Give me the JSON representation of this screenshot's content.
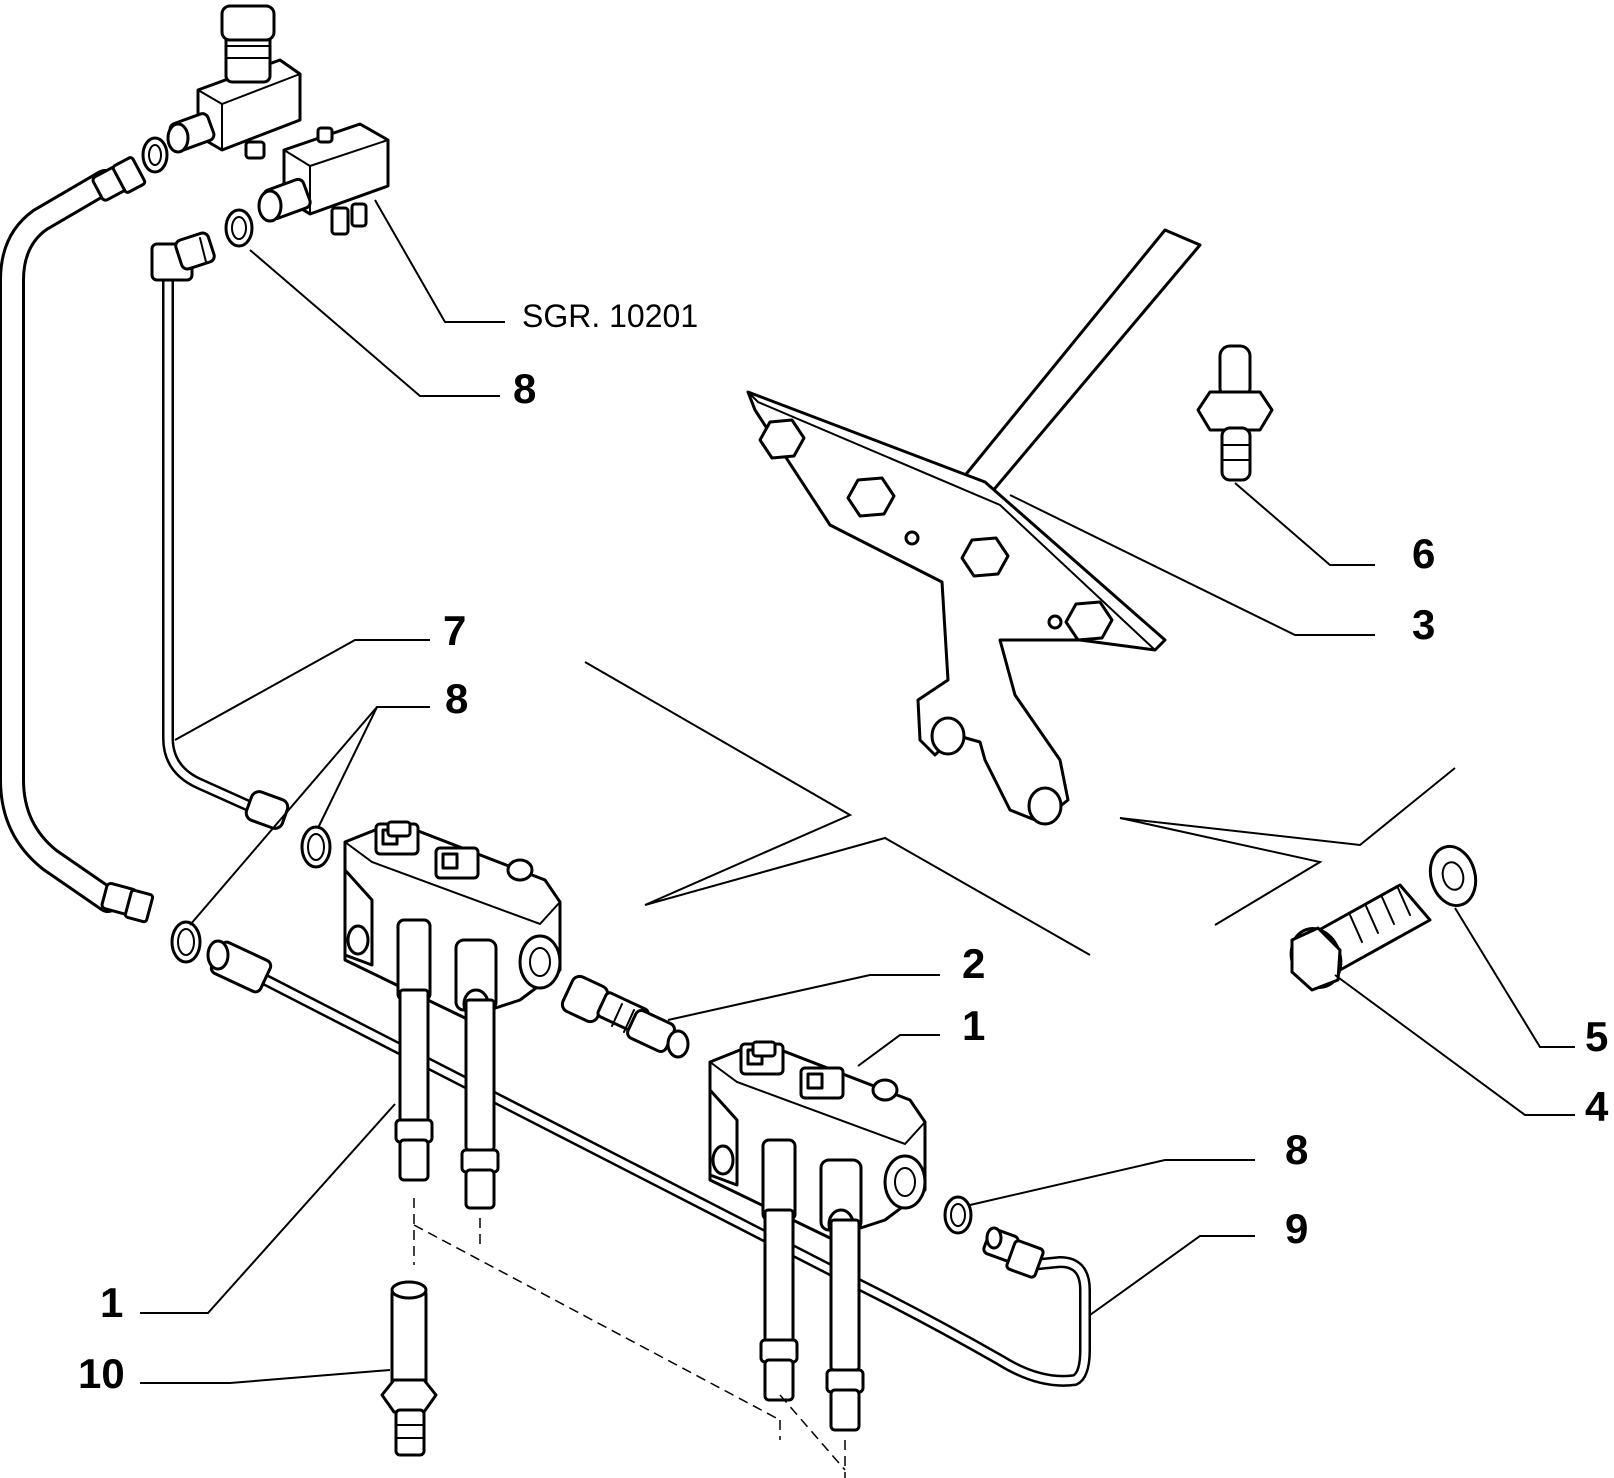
{
  "diagram": {
    "reference": "SGR. 10201",
    "callouts": [
      {
        "id": "c8a",
        "label": "8"
      },
      {
        "id": "c6",
        "label": "6"
      },
      {
        "id": "c3",
        "label": "3"
      },
      {
        "id": "c7",
        "label": "7"
      },
      {
        "id": "c8b",
        "label": "8"
      },
      {
        "id": "c2",
        "label": "2"
      },
      {
        "id": "c1a",
        "label": "1"
      },
      {
        "id": "c5",
        "label": "5"
      },
      {
        "id": "c4",
        "label": "4"
      },
      {
        "id": "c8c",
        "label": "8"
      },
      {
        "id": "c9",
        "label": "9"
      },
      {
        "id": "c1b",
        "label": "1"
      },
      {
        "id": "c10",
        "label": "10"
      }
    ]
  }
}
